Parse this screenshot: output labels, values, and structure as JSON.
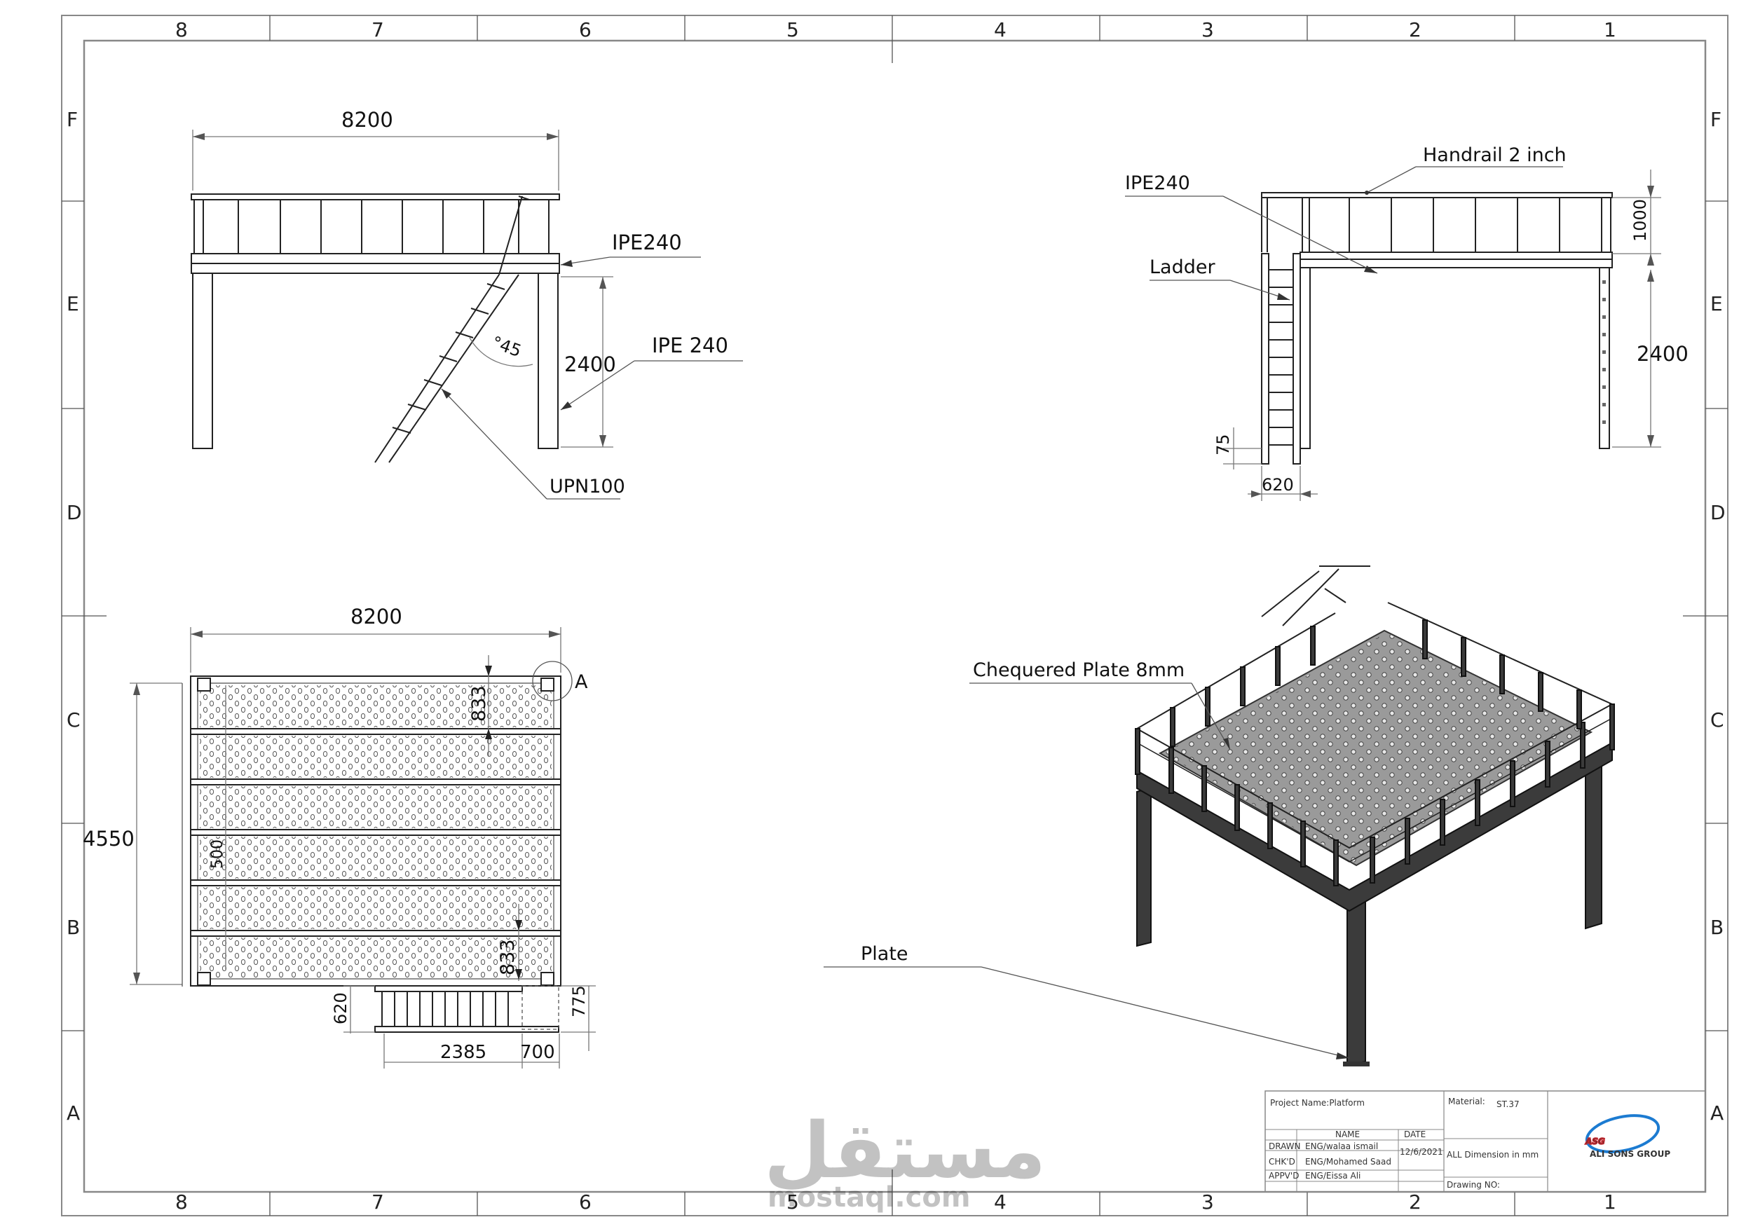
{
  "border": {
    "columns": [
      "8",
      "7",
      "6",
      "5",
      "4",
      "3",
      "2",
      "1"
    ],
    "rows": [
      "F",
      "E",
      "D",
      "C",
      "B",
      "A"
    ]
  },
  "front_view": {
    "width_dim": "8200",
    "height_dim": "2400",
    "beam_label": "IPE240",
    "column_label": "IPE 240",
    "angle_label": "°45",
    "stair_label": "UPN100"
  },
  "side_view": {
    "handrail_label": "Handrail 2 inch",
    "beam_label": "IPE240",
    "ladder_label": "Ladder",
    "rail_height_dim": "1000",
    "height_dim": "2400",
    "base_dim": "75",
    "ladder_width_dim": "620"
  },
  "plan_view": {
    "width_dim": "8200",
    "depth_dim": "4550",
    "top_gap_dim": "833",
    "bottom_gap_dim": "833",
    "inner_dim": "500",
    "detail_label": "A",
    "stair_width_dim": "620",
    "stair_length_dim": "2385",
    "landing_dim": "700",
    "landing_depth_dim": "775"
  },
  "iso_view": {
    "plate_label": "Chequered Plate 8mm",
    "base_label": "Plate"
  },
  "title_block": {
    "project": "Project Name:Platform",
    "name_header": "NAME",
    "date_header": "DATE",
    "drawn_label": "DRAWN",
    "drawn_name": "ENG/walaa ismail",
    "date": "12/6/2021",
    "checked_label": "CHK'D",
    "checked_name": "ENG/Mohamed Saad",
    "approved_label": "APPV'D",
    "approved_name": "ENG/Eissa Ali",
    "material_label": "Material:",
    "material": "ST.37",
    "units_note": "ALL Dimension in mm",
    "drawing_no": "Drawing NO:",
    "logo_text": "ASG",
    "logo_sub": "ALI SONS GROUP"
  },
  "watermark": {
    "arabic": "مستقل",
    "latin": "mostaql.com"
  }
}
